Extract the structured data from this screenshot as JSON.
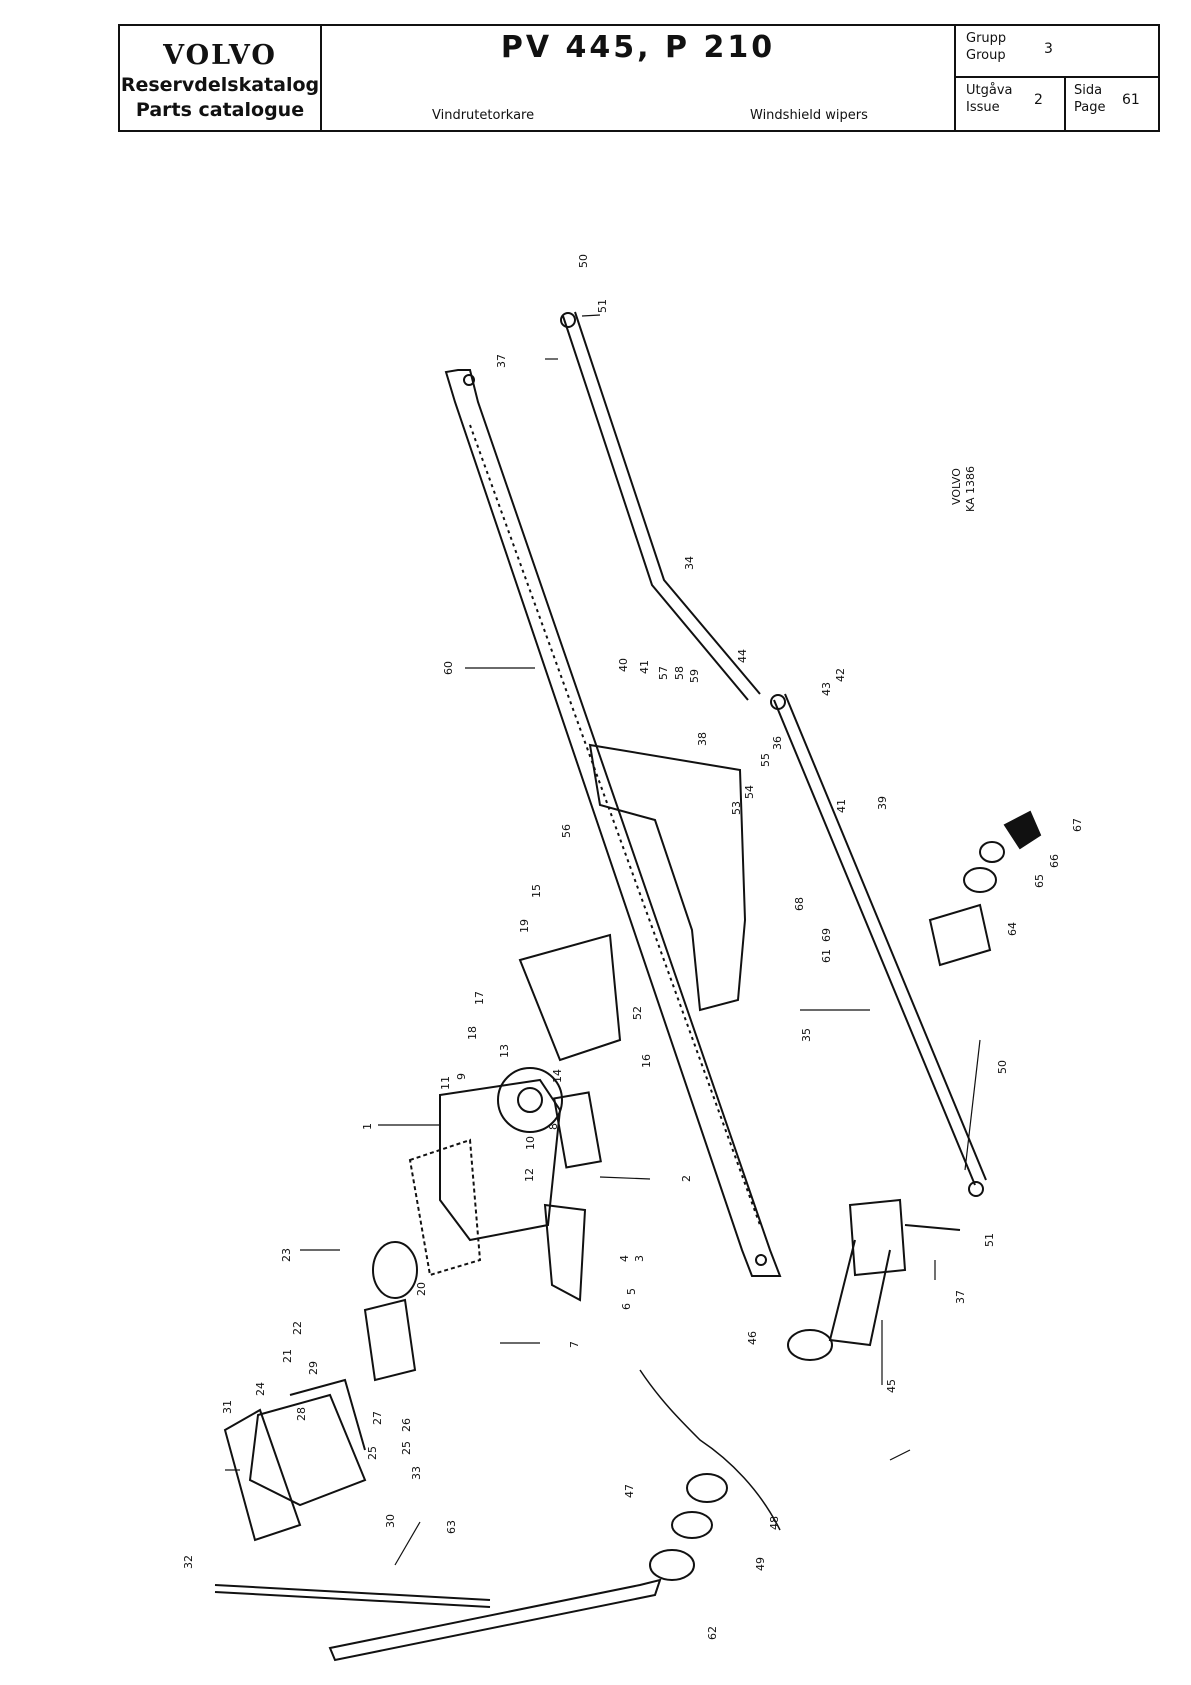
{
  "header": {
    "brand": "VOLVO",
    "catalog_sv": "Reservdelskatalog",
    "catalog_en": "Parts catalogue",
    "model": "PV 445, P 210",
    "title_sv": "Vindrutetorkare",
    "title_en": "Windshield wipers",
    "group_label_sv": "Grupp",
    "group_label_en": "Group",
    "group_value": "3",
    "issue_label_sv": "Utgåva",
    "issue_label_en": "Issue",
    "issue_value": "2",
    "page_label_sv": "Sida",
    "page_label_en": "Page",
    "page_value": "61"
  },
  "drawing_ref": {
    "line1": "VOLVO",
    "line2": "KA 1386"
  },
  "callouts": [
    "50",
    "51",
    "37",
    "34",
    "60",
    "40",
    "41",
    "57",
    "58",
    "59",
    "44",
    "42",
    "43",
    "38",
    "36",
    "55",
    "54",
    "53",
    "41",
    "39",
    "67",
    "66",
    "65",
    "64",
    "68",
    "69",
    "61",
    "56",
    "15",
    "19",
    "52",
    "17",
    "18",
    "13",
    "16",
    "14",
    "9",
    "11",
    "1",
    "8",
    "10",
    "12",
    "2",
    "3",
    "4",
    "5",
    "6",
    "7",
    "23",
    "20",
    "22",
    "21",
    "29",
    "24",
    "28",
    "27",
    "26",
    "25",
    "25",
    "31",
    "33",
    "30",
    "32",
    "63",
    "46",
    "45",
    "47",
    "48",
    "49",
    "62",
    "35",
    "50",
    "51",
    "37"
  ]
}
